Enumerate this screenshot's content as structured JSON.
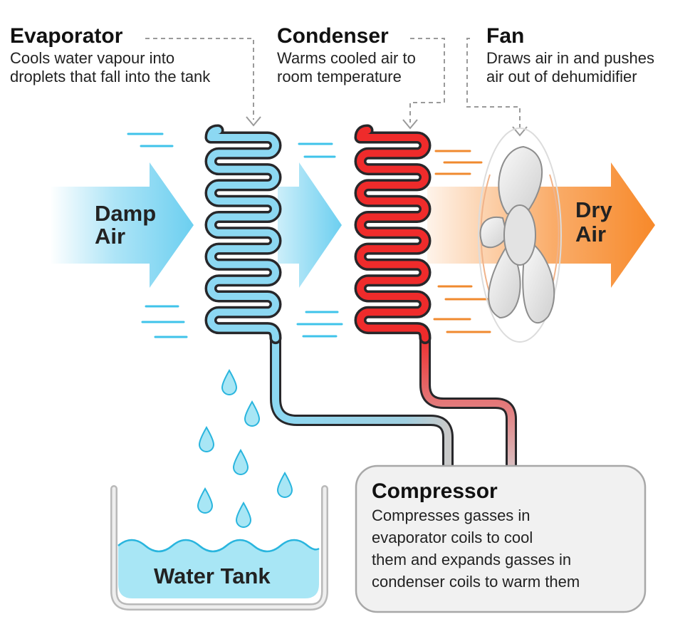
{
  "evaporator": {
    "title": "Evaporator",
    "desc": [
      "Cools water vapour into",
      "droplets that fall into the tank"
    ]
  },
  "condenser": {
    "title": "Condenser",
    "desc": [
      "Warms cooled air to",
      "room temperature"
    ]
  },
  "fan": {
    "title": "Fan",
    "desc": [
      "Draws air in and pushes",
      "air out of dehumidifier"
    ]
  },
  "damp_air": [
    "Damp",
    "Air"
  ],
  "dry_air": [
    "Dry",
    "Air"
  ],
  "water_tank": "Water Tank",
  "compressor": {
    "title": "Compressor",
    "desc": [
      "Compresses gasses in",
      "evaporator coils to cool",
      "them and expands gasses in",
      "condenser coils to warm them"
    ]
  },
  "colors": {
    "cold": "#8cd8f2",
    "cold_outline": "#27272a",
    "hot": "#ef2b2b",
    "dry_air": "#f7892a",
    "damp_air": "#6ccff0",
    "tank_water": "#a8e6f5",
    "panel_bg": "#f1f1f1",
    "panel_border": "#a8a8a8"
  }
}
